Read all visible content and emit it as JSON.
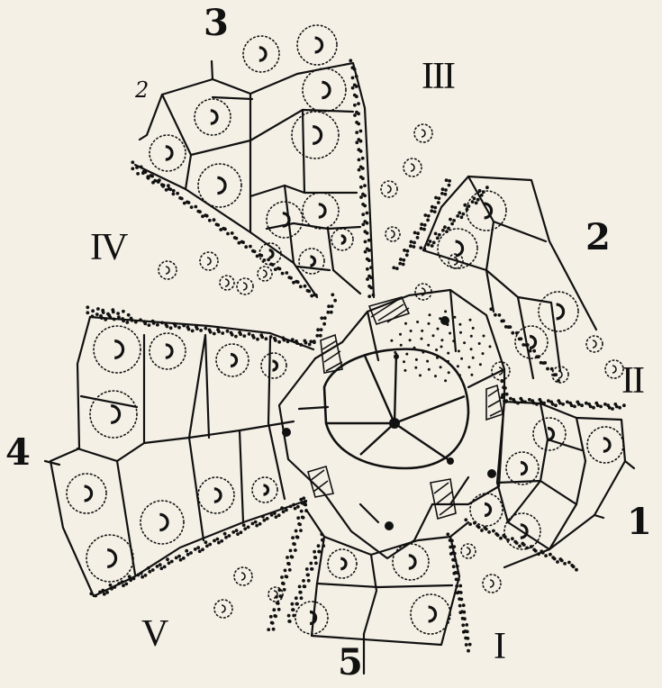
{
  "plate": {
    "colors": {
      "paper": "#f4f0e6",
      "ink": "#111111"
    },
    "ambulacral_labels": [
      "1",
      "2",
      "3",
      "4",
      "5"
    ],
    "interambulacral_labels": [
      "I",
      "II",
      "III",
      "IV",
      "V"
    ],
    "minor_label": "2"
  }
}
